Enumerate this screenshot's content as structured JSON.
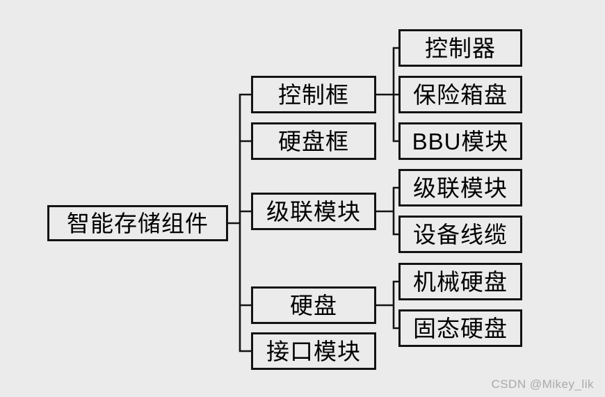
{
  "colors": {
    "background": "#ebebeb",
    "line": "#131313",
    "text": "#000000",
    "watermark": "#a9a9a9"
  },
  "watermark": {
    "text": "CSDN @Mikey_lik"
  },
  "tree": {
    "root": {
      "label": "智能存储组件"
    },
    "branches": [
      {
        "label": "控制框",
        "children": [
          {
            "label": "控制器"
          },
          {
            "label": "保险箱盘"
          },
          {
            "label": "BBU模块"
          }
        ]
      },
      {
        "label": "硬盘框",
        "children": []
      },
      {
        "label": "级联模块",
        "children": [
          {
            "label": "级联模块"
          },
          {
            "label": "设备线缆"
          }
        ]
      },
      {
        "label": "硬盘",
        "children": [
          {
            "label": "机械硬盘"
          },
          {
            "label": "固态硬盘"
          }
        ]
      },
      {
        "label": "接口模块",
        "children": []
      }
    ]
  }
}
